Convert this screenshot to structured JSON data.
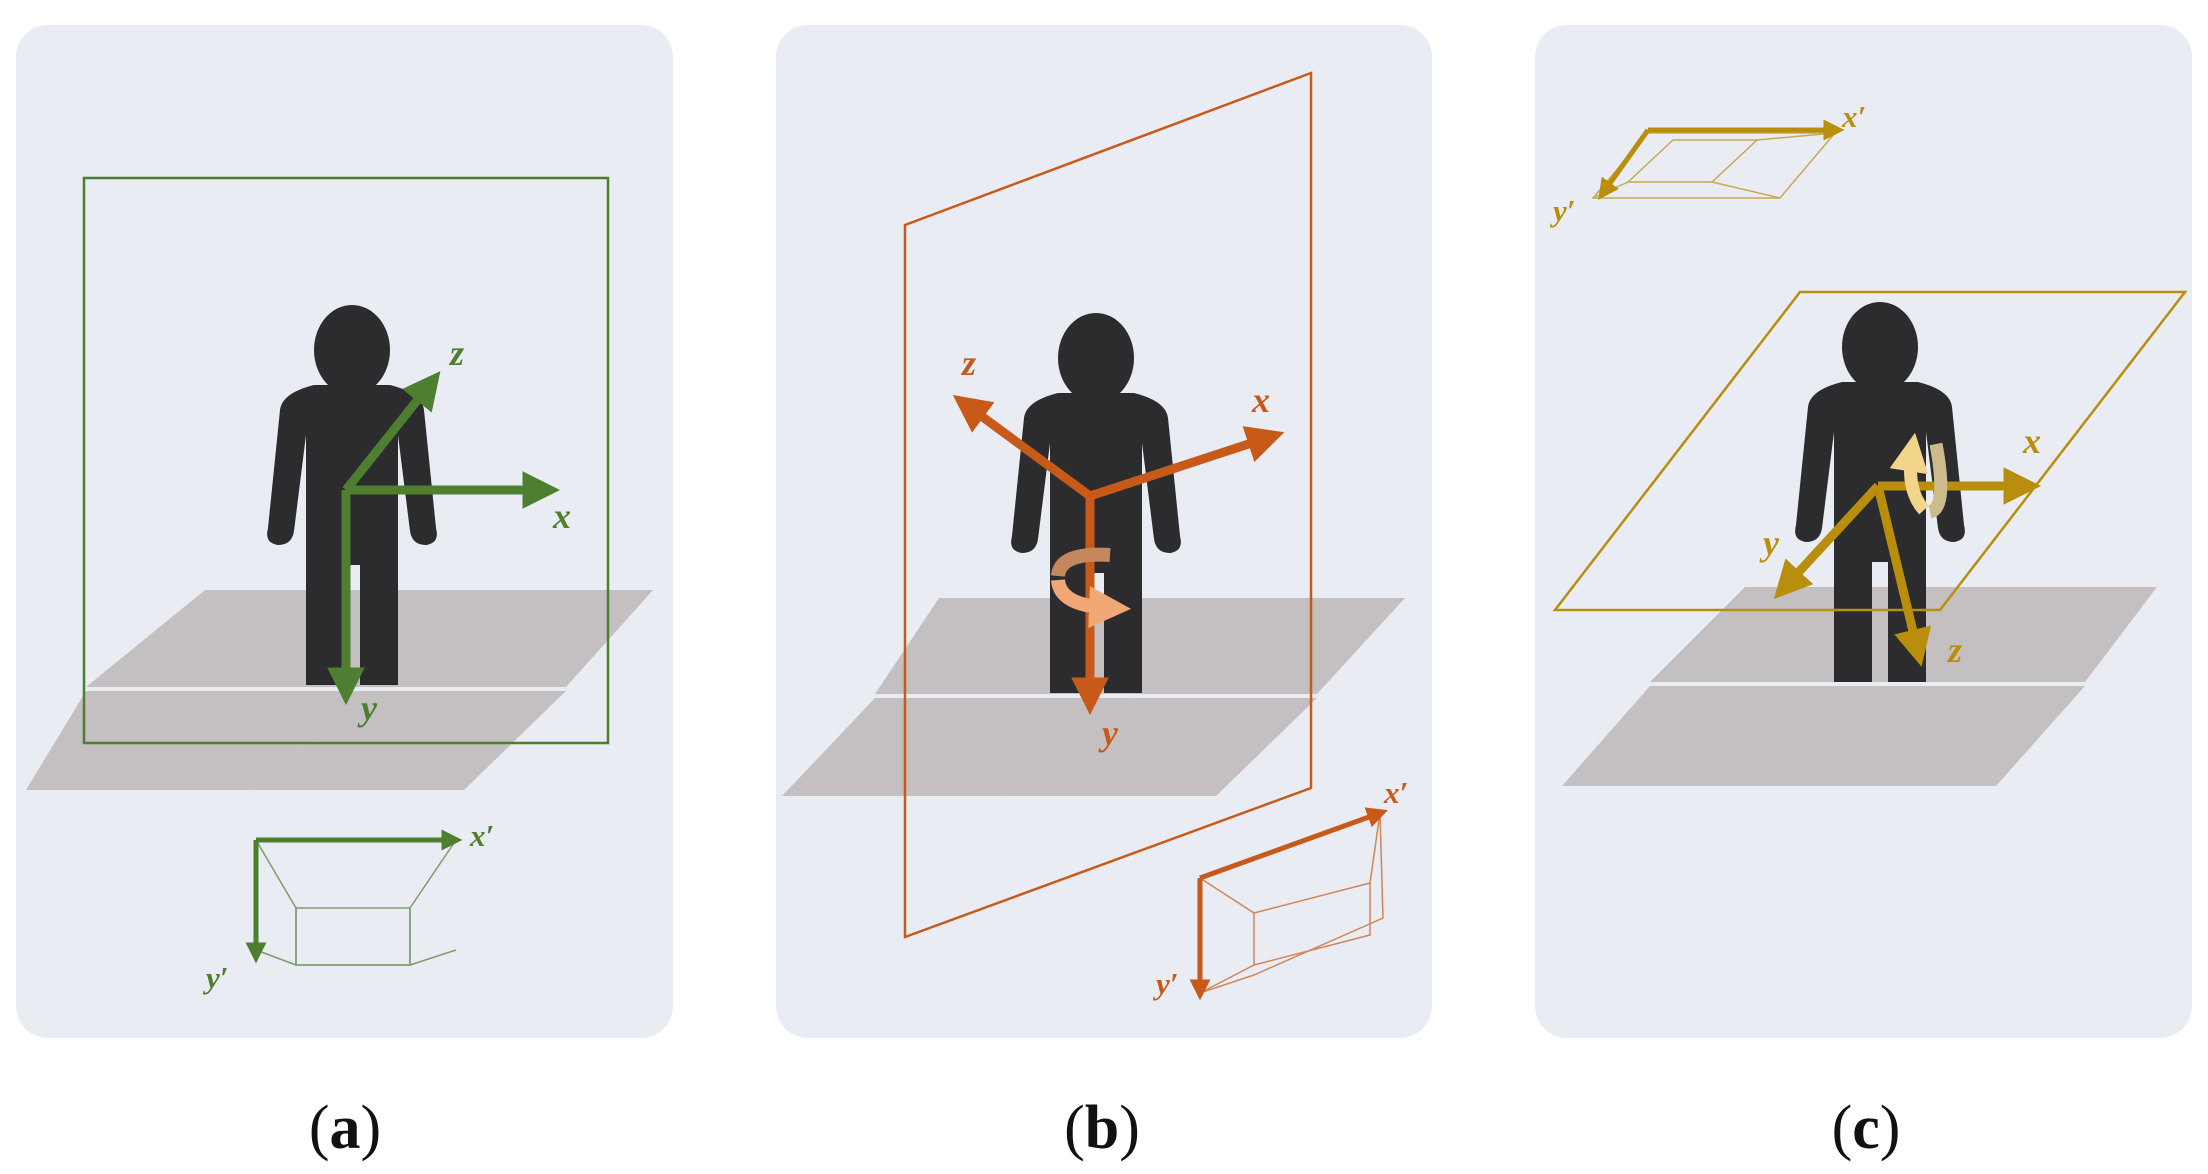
{
  "colors": {
    "panel_bg": "#e9ecf3",
    "floor": "#c4c0c1",
    "figure": "#2c2c2e",
    "green": "#4e7e30",
    "orange": "#c75a18",
    "orange_light": "#f0a877",
    "orange_dark": "#c4875e",
    "gold": "#b98e0d",
    "gold_light": "#f2d58a",
    "gold_dark": "#cdbb8c"
  },
  "icons": [
    "person-icon",
    "camera-icon",
    "rotation-arrow-icon"
  ],
  "panels": [
    {
      "id": "a",
      "caption": {
        "open": "(",
        "letter": "a",
        "close": ")"
      },
      "axes": {
        "x": "x",
        "y": "y",
        "z": "z"
      },
      "camera_axes": {
        "x": "x′",
        "y": "y′"
      }
    },
    {
      "id": "b",
      "caption": {
        "open": "(",
        "letter": "b",
        "close": ")"
      },
      "axes": {
        "x": "x",
        "y": "y",
        "z": "z"
      },
      "camera_axes": {
        "x": "x′",
        "y": "y′"
      }
    },
    {
      "id": "c",
      "caption": {
        "open": "(",
        "letter": "c",
        "close": ")"
      },
      "axes": {
        "x": "x",
        "y": "y",
        "z": "z"
      },
      "camera_axes": {
        "x": "x′",
        "y": "y′"
      }
    }
  ]
}
